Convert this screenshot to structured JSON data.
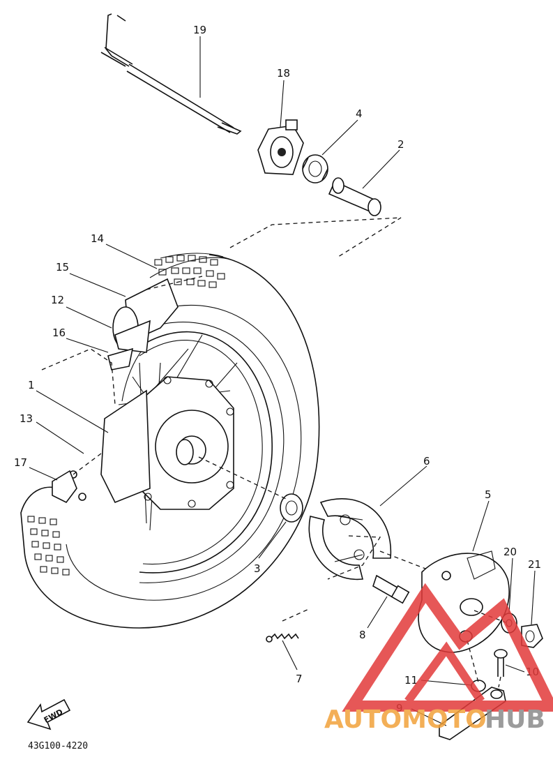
{
  "diagram": {
    "part_labels": [
      "1",
      "2",
      "3",
      "4",
      "5",
      "6",
      "7",
      "8",
      "9",
      "10",
      "11",
      "12",
      "13",
      "14",
      "15",
      "16",
      "17",
      "18",
      "19",
      "20",
      "21"
    ],
    "fwd_arrow_text": "FWD",
    "drawing_code": "43G100-4220"
  },
  "watermark": {
    "text_left": "AUTOMOTO",
    "text_right": "HUB",
    "color_left": "#f2a23a",
    "color_right": "#8a8a8a",
    "triangle_color": "#e23a3a"
  }
}
